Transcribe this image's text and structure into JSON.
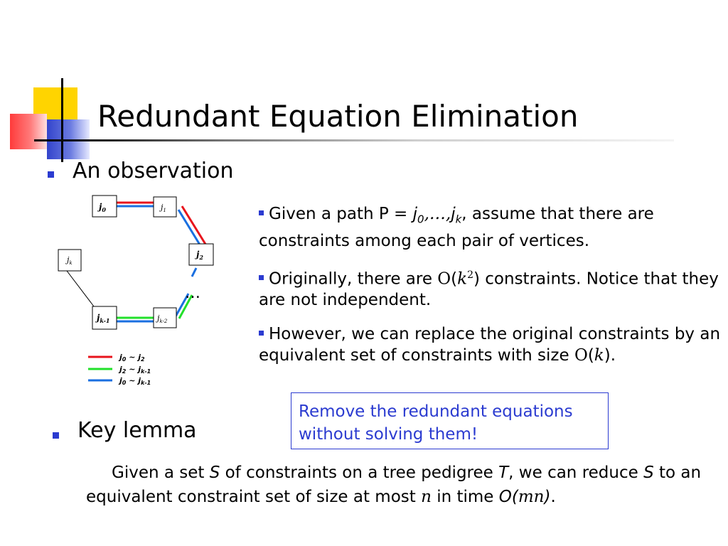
{
  "slide": {
    "title": "Redundant Equation Elimination",
    "observation": "An observation",
    "key_lemma": "Key lemma",
    "points": [
      {
        "pre": "Given a path P = ",
        "path_j0": "j",
        "path_j0_sub": "0",
        "path_mid": ",…,",
        "path_jk": "j",
        "path_jk_sub": "k",
        "post": ", assume that there are constraints among each pair of vertices."
      },
      {
        "pre": "Originally, there are ",
        "O": "O",
        "open": "(",
        "k": "k",
        "sup": "2",
        "post": ") constraints. Notice that they are not independent."
      },
      {
        "pre": "However, we can replace the original constraints by an equivalent set of constraints with size ",
        "O": "O",
        "open": "(",
        "k": "k",
        "post": ")."
      }
    ],
    "remove_box": "Remove the redundant equations without solving them!",
    "lemma": {
      "t1": "Given a set ",
      "S1": "S",
      "t2": " of constraints on a tree pedigree ",
      "T": "T",
      "t3": ", we can reduce ",
      "S2": "S",
      "t4": "  to an equivalent constraint set of size at most ",
      "n": "n",
      "t5": "  in time ",
      "O": "O(",
      "mn": "mn",
      "close": ")",
      "t6": "."
    }
  },
  "diagram": {
    "nodes": [
      {
        "base": "j",
        "sub": "0",
        "bold": true
      },
      {
        "base": "j",
        "sub": "1",
        "bold": false
      },
      {
        "base": "j",
        "sub": "2",
        "bold": true
      },
      {
        "base": "j",
        "sub": "k-2",
        "bold": false
      },
      {
        "base": "j",
        "sub": "k-1",
        "bold": true
      },
      {
        "base": "j",
        "sub": "k",
        "bold": false
      }
    ],
    "ellipsis": "…",
    "legend": [
      {
        "a": "j",
        "a_sub": "0",
        "sep": " ~ ",
        "b": "j",
        "b_sub": "2",
        "color": "#e8141c"
      },
      {
        "a": "j",
        "a_sub": "2",
        "sep": " ~ ",
        "b": "j",
        "b_sub": "k-1",
        "color": "#22e02a"
      },
      {
        "a": "j",
        "a_sub": "0",
        "sep": " ~ ",
        "b": "j",
        "b_sub": "k-1",
        "color": "#1a6fe0"
      }
    ],
    "colors": {
      "red": "#e8141c",
      "green": "#22e02a",
      "blue": "#1a6fe0"
    }
  }
}
